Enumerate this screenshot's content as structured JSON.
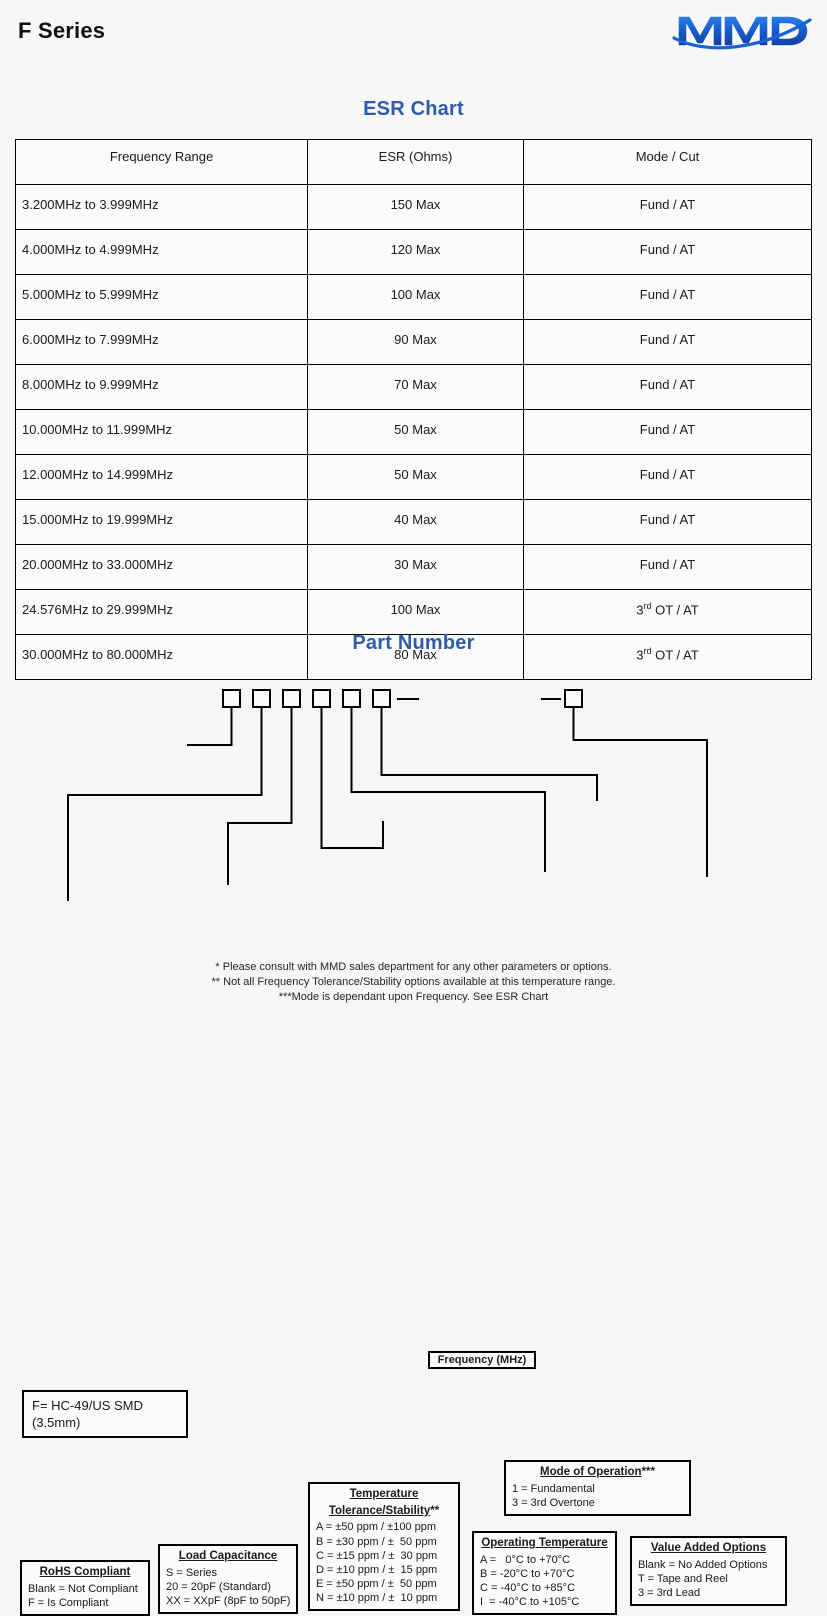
{
  "header": {
    "title": "F Series",
    "logo_text": "MMD",
    "logo_color": "#1453b8"
  },
  "headings": {
    "esr": "ESR Chart",
    "part_number": "Part Number",
    "accent_color": "#2e5ca8"
  },
  "esr_chart": {
    "columns": [
      "Frequency Range",
      "ESR (Ohms)",
      "Mode / Cut"
    ],
    "rows": [
      {
        "range": "3.200MHz to 3.999MHz",
        "esr": "150 Max",
        "mode": "Fund / AT"
      },
      {
        "range": "4.000MHz to 4.999MHz",
        "esr": "120 Max",
        "mode": "Fund / AT"
      },
      {
        "range": "5.000MHz to 5.999MHz",
        "esr": "100 Max",
        "mode": "Fund / AT"
      },
      {
        "range": "6.000MHz to 7.999MHz",
        "esr": "90 Max",
        "mode": "Fund / AT"
      },
      {
        "range": "8.000MHz to 9.999MHz",
        "esr": "70 Max",
        "mode": "Fund / AT"
      },
      {
        "range": "10.000MHz to 11.999MHz",
        "esr": "50 Max",
        "mode": "Fund / AT"
      },
      {
        "range": "12.000MHz to 14.999MHz",
        "esr": "50 Max",
        "mode": "Fund / AT"
      },
      {
        "range": "15.000MHz to 19.999MHz",
        "esr": "40 Max",
        "mode": "Fund / AT"
      },
      {
        "range": "20.000MHz to 33.000MHz",
        "esr": "30 Max",
        "mode": "Fund / AT"
      },
      {
        "range": "24.576MHz to 29.999MHz",
        "esr": "100 Max",
        "mode": "3rd OT / AT",
        "mode_sup": true
      },
      {
        "range": "30.000MHz to 80.000MHz",
        "esr": "80 Max",
        "mode": "3rd OT / AT",
        "mode_sup": true
      }
    ]
  },
  "part_number": {
    "frequency_box": "Frequency (MHz)",
    "separator": "—",
    "digit_box_count": 6,
    "callouts": {
      "package": {
        "line1": "F= HC-49/US SMD",
        "line2": "(3.5mm)"
      },
      "rohs": {
        "title": "RoHS Compliant",
        "lines": [
          "Blank = Not Compliant",
          "F = Is Compliant"
        ]
      },
      "load_capacitance": {
        "title": "Load Capacitance",
        "lines": [
          "S = Series",
          "20 = 20pF (Standard)",
          "XX = XXpF (8pF to 50pF)"
        ]
      },
      "temperature_tolerance": {
        "title_line1": "Temperature",
        "title_line2": "Tolerance/Stability",
        "title_marker": "**",
        "lines": [
          "A = ±50 ppm / ±100 ppm",
          "B = ±30 ppm / ±  50 ppm",
          "C = ±15 ppm / ±  30 ppm",
          "D = ±10 ppm / ±  15 ppm",
          "E = ±50 ppm / ±  50 ppm",
          "N = ±10 ppm / ±  10 ppm"
        ]
      },
      "operating_temperature": {
        "title": "Operating Temperature",
        "lines": [
          "A =   0°C to +70°C",
          "B = -20°C to +70°C",
          "C = -40°C to +85°C",
          "I  = -40°C to +105°C"
        ]
      },
      "mode_of_operation": {
        "title": "Mode of Operation",
        "title_marker": "***",
        "lines": [
          "1 = Fundamental",
          "3 = 3rd Overtone"
        ]
      },
      "value_added_options": {
        "title": "Value Added Options",
        "lines": [
          "Blank = No Added Options",
          "T = Tape and Reel",
          "3 = 3rd Lead"
        ]
      }
    }
  },
  "footnotes": [
    "* Please consult with MMD sales department for any other parameters or options.",
    "** Not all Frequency Tolerance/Stability options available at this temperature range.",
    "***Mode is dependant upon Frequency. See ESR Chart"
  ]
}
